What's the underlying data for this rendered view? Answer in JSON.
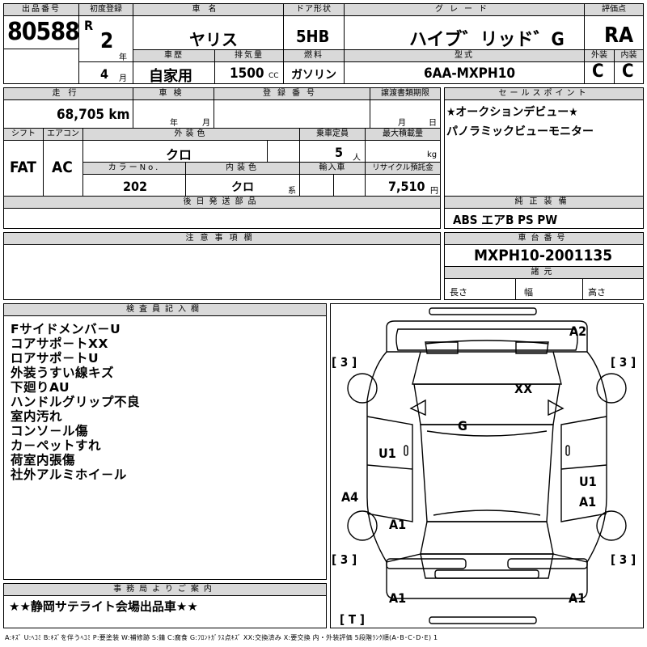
{
  "header": {
    "lot_label": "出品番号",
    "lot_number": "80588",
    "first_reg_label": "初度登録",
    "era": "R",
    "year": "2",
    "year_unit": "年",
    "month": "4",
    "month_unit": "月",
    "car_name_label": "車名",
    "car_name": "ヤリス",
    "door_label": "ドア形状",
    "door": "5HB",
    "grade_label": "グレード",
    "grade": "ハイブ゛リッド゛G",
    "score_label": "評価点",
    "score": "RA",
    "history_label": "車歴",
    "history": "自家用",
    "displacement_label": "排気量",
    "displacement": "1500",
    "displacement_unit": "CC",
    "fuel_label": "燃料",
    "fuel": "ガソリン",
    "model_label": "型式",
    "model": "6AA-MXPH10",
    "exterior_label": "外装",
    "exterior": "C",
    "interior_label": "内装",
    "interior": "C"
  },
  "row2": {
    "mileage_label": "走行",
    "mileage": "68,705 km",
    "inspection_label": "車検",
    "inspection_year_unit": "年",
    "inspection_month_unit": "月",
    "registration_label": "登録番号",
    "transfer_label": "譲渡書類期限",
    "transfer_month_unit": "月",
    "transfer_day_unit": "日",
    "selling_points_label": "セールスポイント",
    "selling_points": [
      "★オークションデビュー★",
      "パノラミックビューモニター"
    ],
    "shift_label": "シフト",
    "shift": "FAT",
    "ac_label": "エアコン",
    "ac": "AC",
    "color_label": "外装色",
    "color": "クロ",
    "capacity_label": "乗車定員",
    "capacity": "5",
    "capacity_unit": "人",
    "max_load_label": "最大積載量",
    "max_load_unit": "kg",
    "color_no_label": "カラーNo.",
    "color_no": "202",
    "interior_color_label": "内装色",
    "interior_color": "クロ",
    "interior_color_unit": "系",
    "import_label": "輸入車",
    "recycle_label": "リサイクル預託金",
    "recycle": "7,510",
    "recycle_unit": "円",
    "later_parts_label": "後日発送部品",
    "genuine_label": "純正装備",
    "genuine": "ABS エアB PS PW"
  },
  "notes": {
    "caution_label": "注意事項欄",
    "chassis_label": "車台番号",
    "chassis": "MXPH10-2001135",
    "dims_label": "諸元",
    "length_label": "長さ",
    "width_label": "幅",
    "height_label": "高さ",
    "inspector_label": "検査員記入欄",
    "inspector_lines": [
      "Fサイドメンバ－U",
      "コアサポ－トXX",
      "ロアサポ－トU",
      "外装うすい線キズ",
      "下廻りAU",
      "ハンドルグリップ不良",
      "室内汚れ",
      "コンソ－ル傷",
      "カ－ペットすれ",
      "荷室内張傷",
      "社外アルミホイ－ル"
    ],
    "office_label": "事務局よりご案内",
    "office_text": "★★静岡サテライト会場出品車★★"
  },
  "diagram": {
    "marks": {
      "a2": "A2",
      "xx": "XX",
      "g": "G",
      "u1_left": "U1",
      "u1_right": "U1",
      "a1_right_mid": "A1",
      "a4": "A4",
      "a1_left_mid": "A1",
      "a1_bottom_left": "A1",
      "a1_bottom_right": "A1",
      "tire_tl": "[ 3 ]",
      "tire_tr": "[ 3 ]",
      "tire_bl": "[ 3 ]",
      "tire_br": "[ 3 ]",
      "trunk": "[ T ]"
    }
  },
  "legend": "A:ｷｽﾞ U:ﾍｺﾐ B:ｷｽﾞを伴うﾍｺﾐ P:要塗装 W:補修跡 S:錆 C:腐食 G:ﾌﾛﾝﾄｶﾞﾗｽ点ｷｽﾞ XX:交換済み X:要交換 内・外装評価 5段階ﾗﾝｸ順(A･B･C･D･E) 1"
}
